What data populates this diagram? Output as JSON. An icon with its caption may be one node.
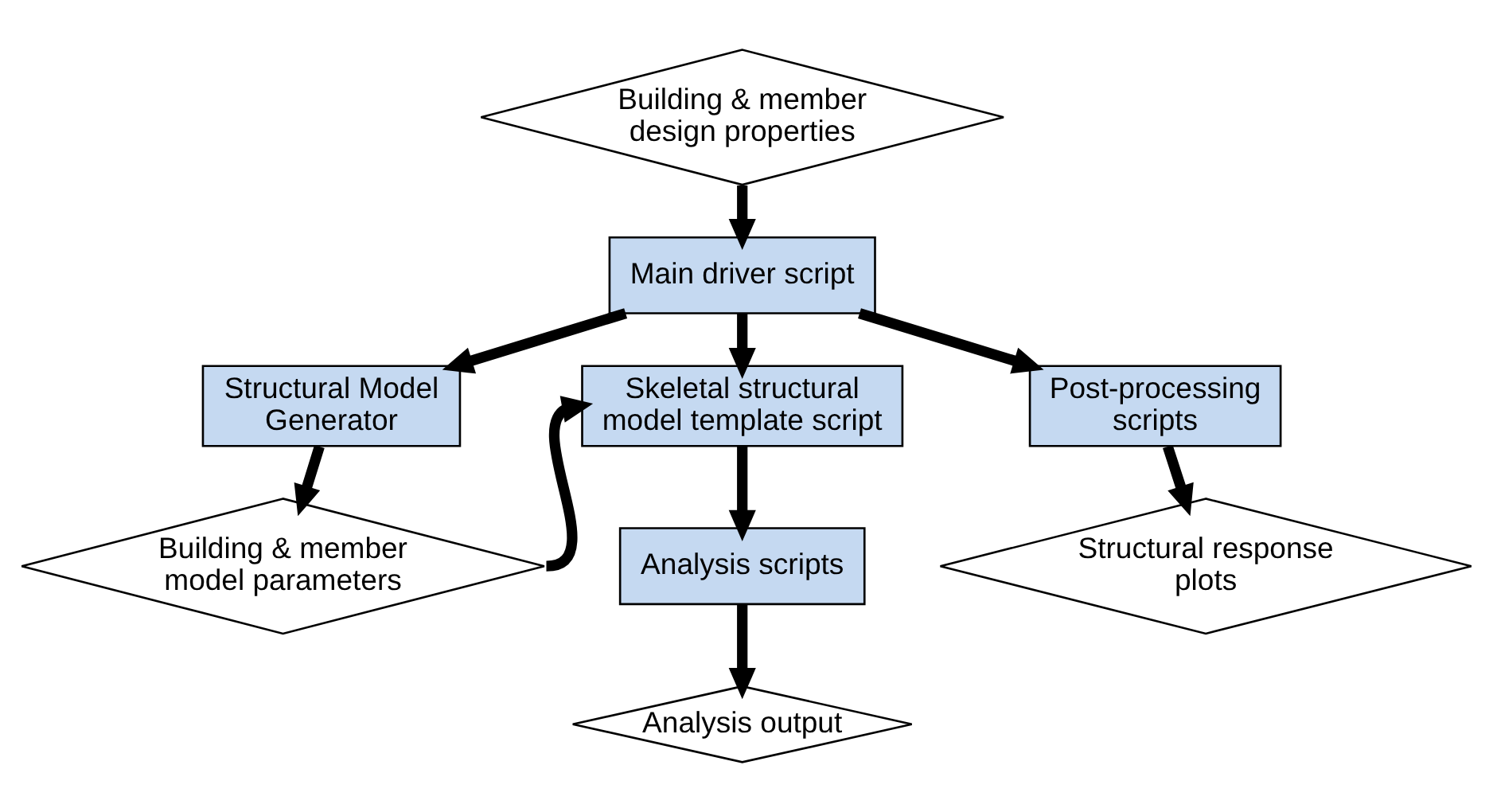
{
  "diagram": {
    "nodes": [
      {
        "text": [
          "Building & member design properties"
        ]
      },
      {
        "text": [
          "Main driver script"
        ]
      },
      {
        "text": [
          "Structural Model Generator"
        ]
      },
      {
        "text": [
          "Skeletal structural model template script"
        ]
      },
      {
        "text": [
          "Post-processing scripts"
        ]
      },
      {
        "text": [
          "Analysis scripts"
        ]
      },
      {
        "text": [
          "Building & member model parameters"
        ]
      },
      {
        "text": [
          "Structural response plots"
        ]
      },
      {
        "text": [
          "Analysis output"
        ]
      }
    ],
    "edges": [
      {
        "from": 0,
        "to": 1,
        "arrow": "to"
      },
      {
        "from": 1,
        "to": 2,
        "arrow": "to"
      },
      {
        "from": 1,
        "to": 3,
        "arrow": "to"
      },
      {
        "from": 1,
        "to": 4,
        "arrow": "to"
      },
      {
        "from": 2,
        "to": 6,
        "arrow": "to"
      },
      {
        "from": 6,
        "to": 3,
        "arrow": "to"
      },
      {
        "from": 3,
        "to": 5,
        "arrow": "to"
      },
      {
        "from": 5,
        "to": 8,
        "arrow": "to"
      },
      {
        "from": 4,
        "to": 7,
        "arrow": "to"
      }
    ]
  }
}
